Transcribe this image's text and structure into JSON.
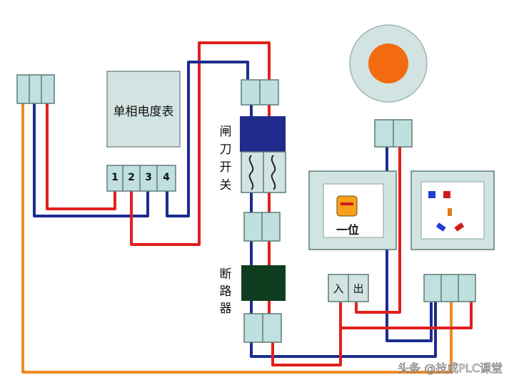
{
  "meter": {
    "title": "单相电度表",
    "terminals": [
      "1",
      "2",
      "3",
      "4"
    ]
  },
  "knife_switch": {
    "label": [
      "闸",
      "刀",
      "开",
      "关"
    ]
  },
  "breaker": {
    "label": [
      "断",
      "路",
      "器"
    ]
  },
  "switch_panel": {
    "label": "一位",
    "in_label": "入",
    "out_label": "出"
  },
  "watermark": {
    "text": "头条 @技成PLC课堂"
  },
  "colors": {
    "live_wire": "#e0201c",
    "neutral_wire": "#1a2d8f",
    "ground_wire": "#f08a24",
    "terminal_fill": "#bfe0de",
    "panel_fill": "#d2e4e1",
    "knife_switch_fill": "#1f2a8c",
    "breaker_fill": "#0f3d1f",
    "lamp_color": "#f26b10"
  }
}
